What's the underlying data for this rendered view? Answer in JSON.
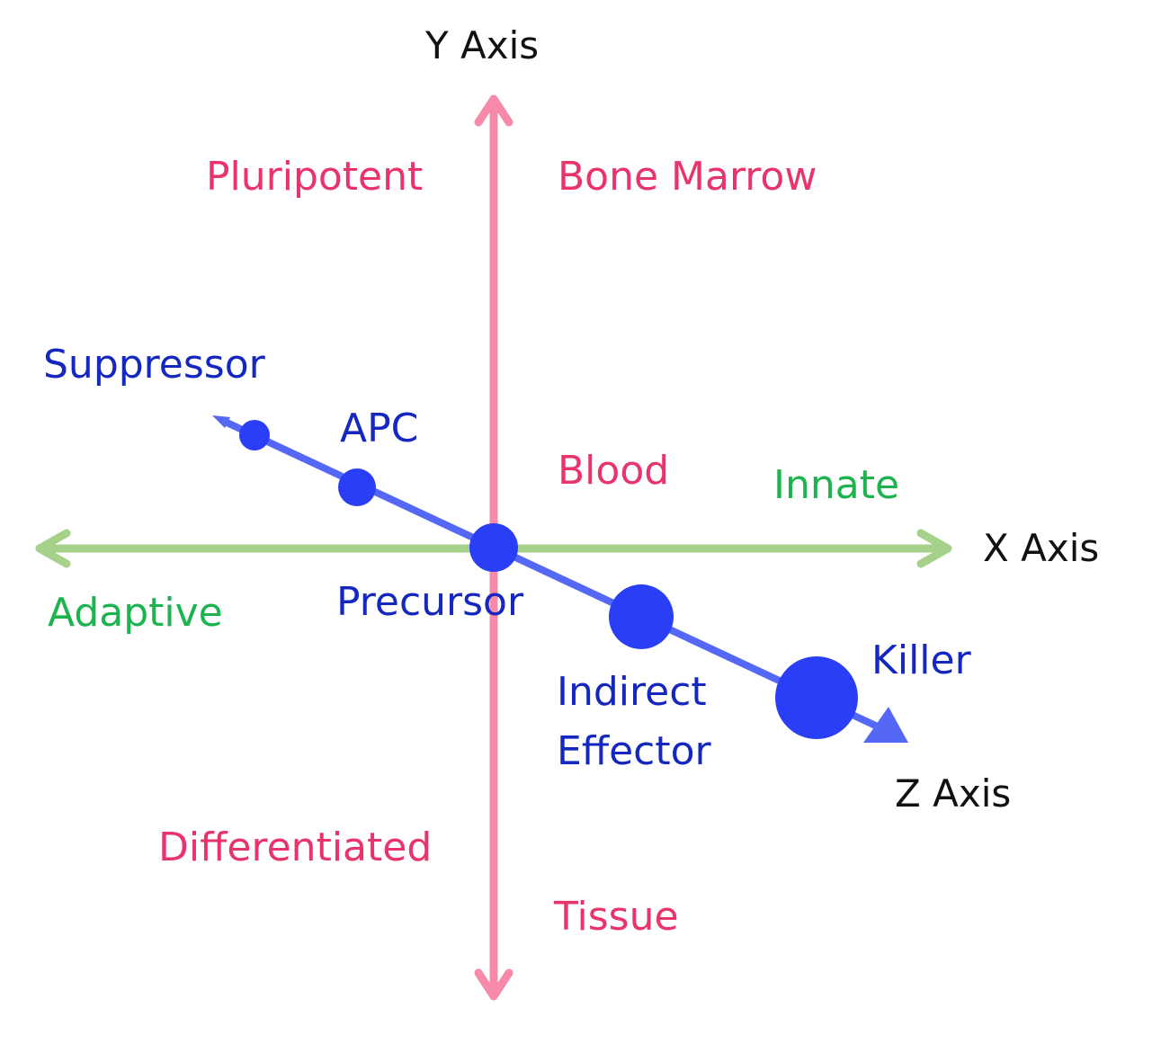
{
  "axes": {
    "y_title": "Y Axis",
    "x_title": "X Axis",
    "z_title": "Z Axis"
  },
  "y_axis_labels": {
    "top_left": "Pluripotent",
    "top_right": "Bone Marrow",
    "middle_right": "Blood",
    "bottom_left": "Differentiated",
    "bottom_right": "Tissue"
  },
  "x_axis_labels": {
    "right": "Innate",
    "left": "Adaptive"
  },
  "z_axis_labels": {
    "suppressor": "Suppressor",
    "apc": "APC",
    "precursor": "Precursor",
    "indirect_line1": "Indirect",
    "indirect_line2": "Effector",
    "killer": "Killer"
  },
  "colors": {
    "y_axis": "#f78aaa",
    "x_axis": "#a6d18a",
    "z_axis": "#5468f5",
    "points": "#2a3ef5",
    "pink_text": "#e8336b",
    "green_text": "#1db34e",
    "blue_text": "#1428c0"
  }
}
